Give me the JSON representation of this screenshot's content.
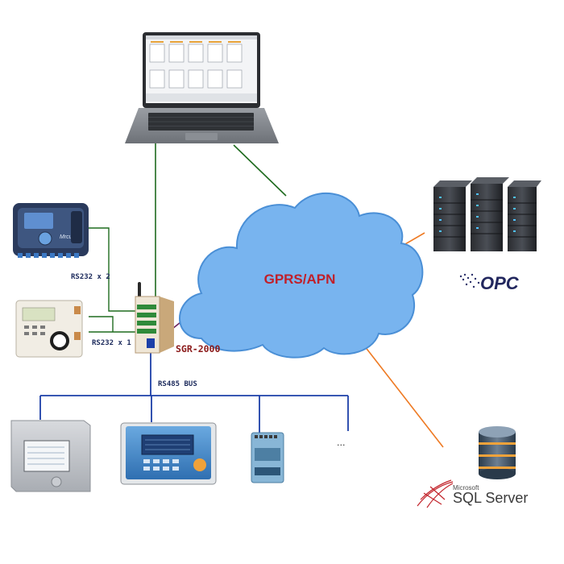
{
  "cloud": {
    "label": "GPRS/APN"
  },
  "gateway": {
    "label": "SGR-2000"
  },
  "links": {
    "rs232_top": "RS232 x 2",
    "rs232_bottom": "RS232 x 1",
    "rs485": "RS485 BUS"
  },
  "bus": {
    "more": "..."
  },
  "opc": {
    "logo_text": "OPC"
  },
  "sql": {
    "vendor": "Microsoft",
    "product": "SQL Server"
  },
  "devices": {
    "meter_top": {
      "brand": "Mrcu"
    }
  },
  "colors": {
    "cloud_fill": "#78b4ef",
    "cloud_stroke": "#4a8fd6",
    "cloud_text": "#c0202a",
    "gateway_text": "#8b1a1a",
    "bus_line": "#1c3fa8",
    "laptop_link": "#1f6b1f",
    "server_link": "#ee7a23",
    "gateway_cloud_link": "#6b1f5c",
    "rs232_line": "#1f6b1f"
  }
}
